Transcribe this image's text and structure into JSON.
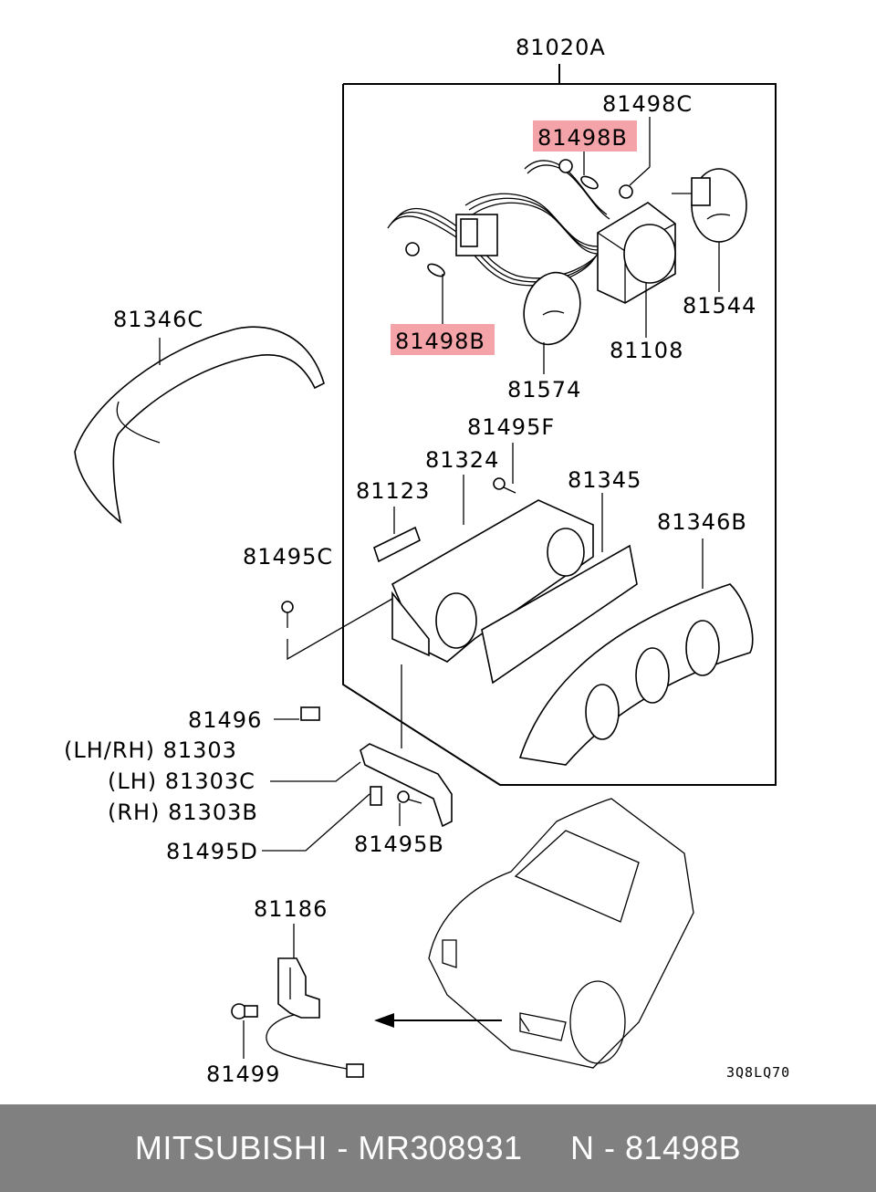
{
  "diagram": {
    "labels": {
      "assembly": "81020A",
      "l_81498C": "81498C",
      "l_81498B_top": "81498B",
      "l_81498B_left": "81498B",
      "l_81544": "81544",
      "l_81108": "81108",
      "l_81574": "81574",
      "l_81346C": "81346C",
      "l_81495F": "81495F",
      "l_81324": "81324",
      "l_81345": "81345",
      "l_81123": "81123",
      "l_81346B": "81346B",
      "l_81495C": "81495C",
      "l_81496": "81496",
      "l_81303": "(LH/RH) 81303",
      "l_81303C": "(LH) 81303C",
      "l_81303B": "(RH) 81303B",
      "l_81495D": "81495D",
      "l_81495B": "81495B",
      "l_81186": "81186",
      "l_81499": "81499",
      "code": "3Q8LQ70"
    },
    "highlight_color": "#f4a3a8"
  },
  "footer": {
    "text": "MITSUBISHI - MR308931     N - 81498B",
    "background": "#808080"
  }
}
